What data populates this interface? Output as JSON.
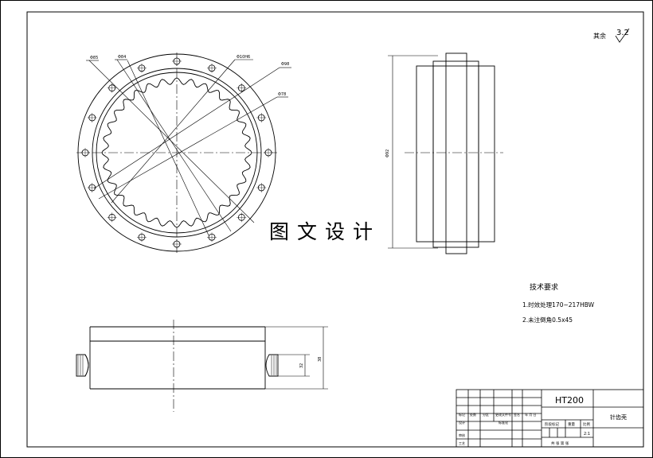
{
  "surface_roughness": {
    "label": "其余",
    "value": "3.2"
  },
  "front_view": {
    "callouts": [
      "Φ85",
      "Φ84",
      "Φ10H6",
      "Φ98",
      "Φ78"
    ]
  },
  "side_view": {
    "dimension": "Φ92"
  },
  "section_view": {
    "dim_inner": "32",
    "dim_outer": "38"
  },
  "technical_requirements": {
    "title": "技术要求",
    "items": [
      "1.时效处理170~217HBW",
      "2.未注倒角0.5x45"
    ]
  },
  "title_block": {
    "material": "HT200",
    "part_name": "针齿壳",
    "scale_value": "2:1",
    "headers": [
      "标记",
      "处数",
      "分区",
      "更改文件号",
      "签名",
      "年 月 日"
    ],
    "row_labels": [
      "设计",
      "审核",
      "工艺"
    ],
    "std_label": "标准化",
    "stage_label": "阶段标记",
    "weight_label": "重量",
    "scale_label": "比例",
    "sheets_label": "共  张 第  张"
  },
  "watermark": "图文设计"
}
